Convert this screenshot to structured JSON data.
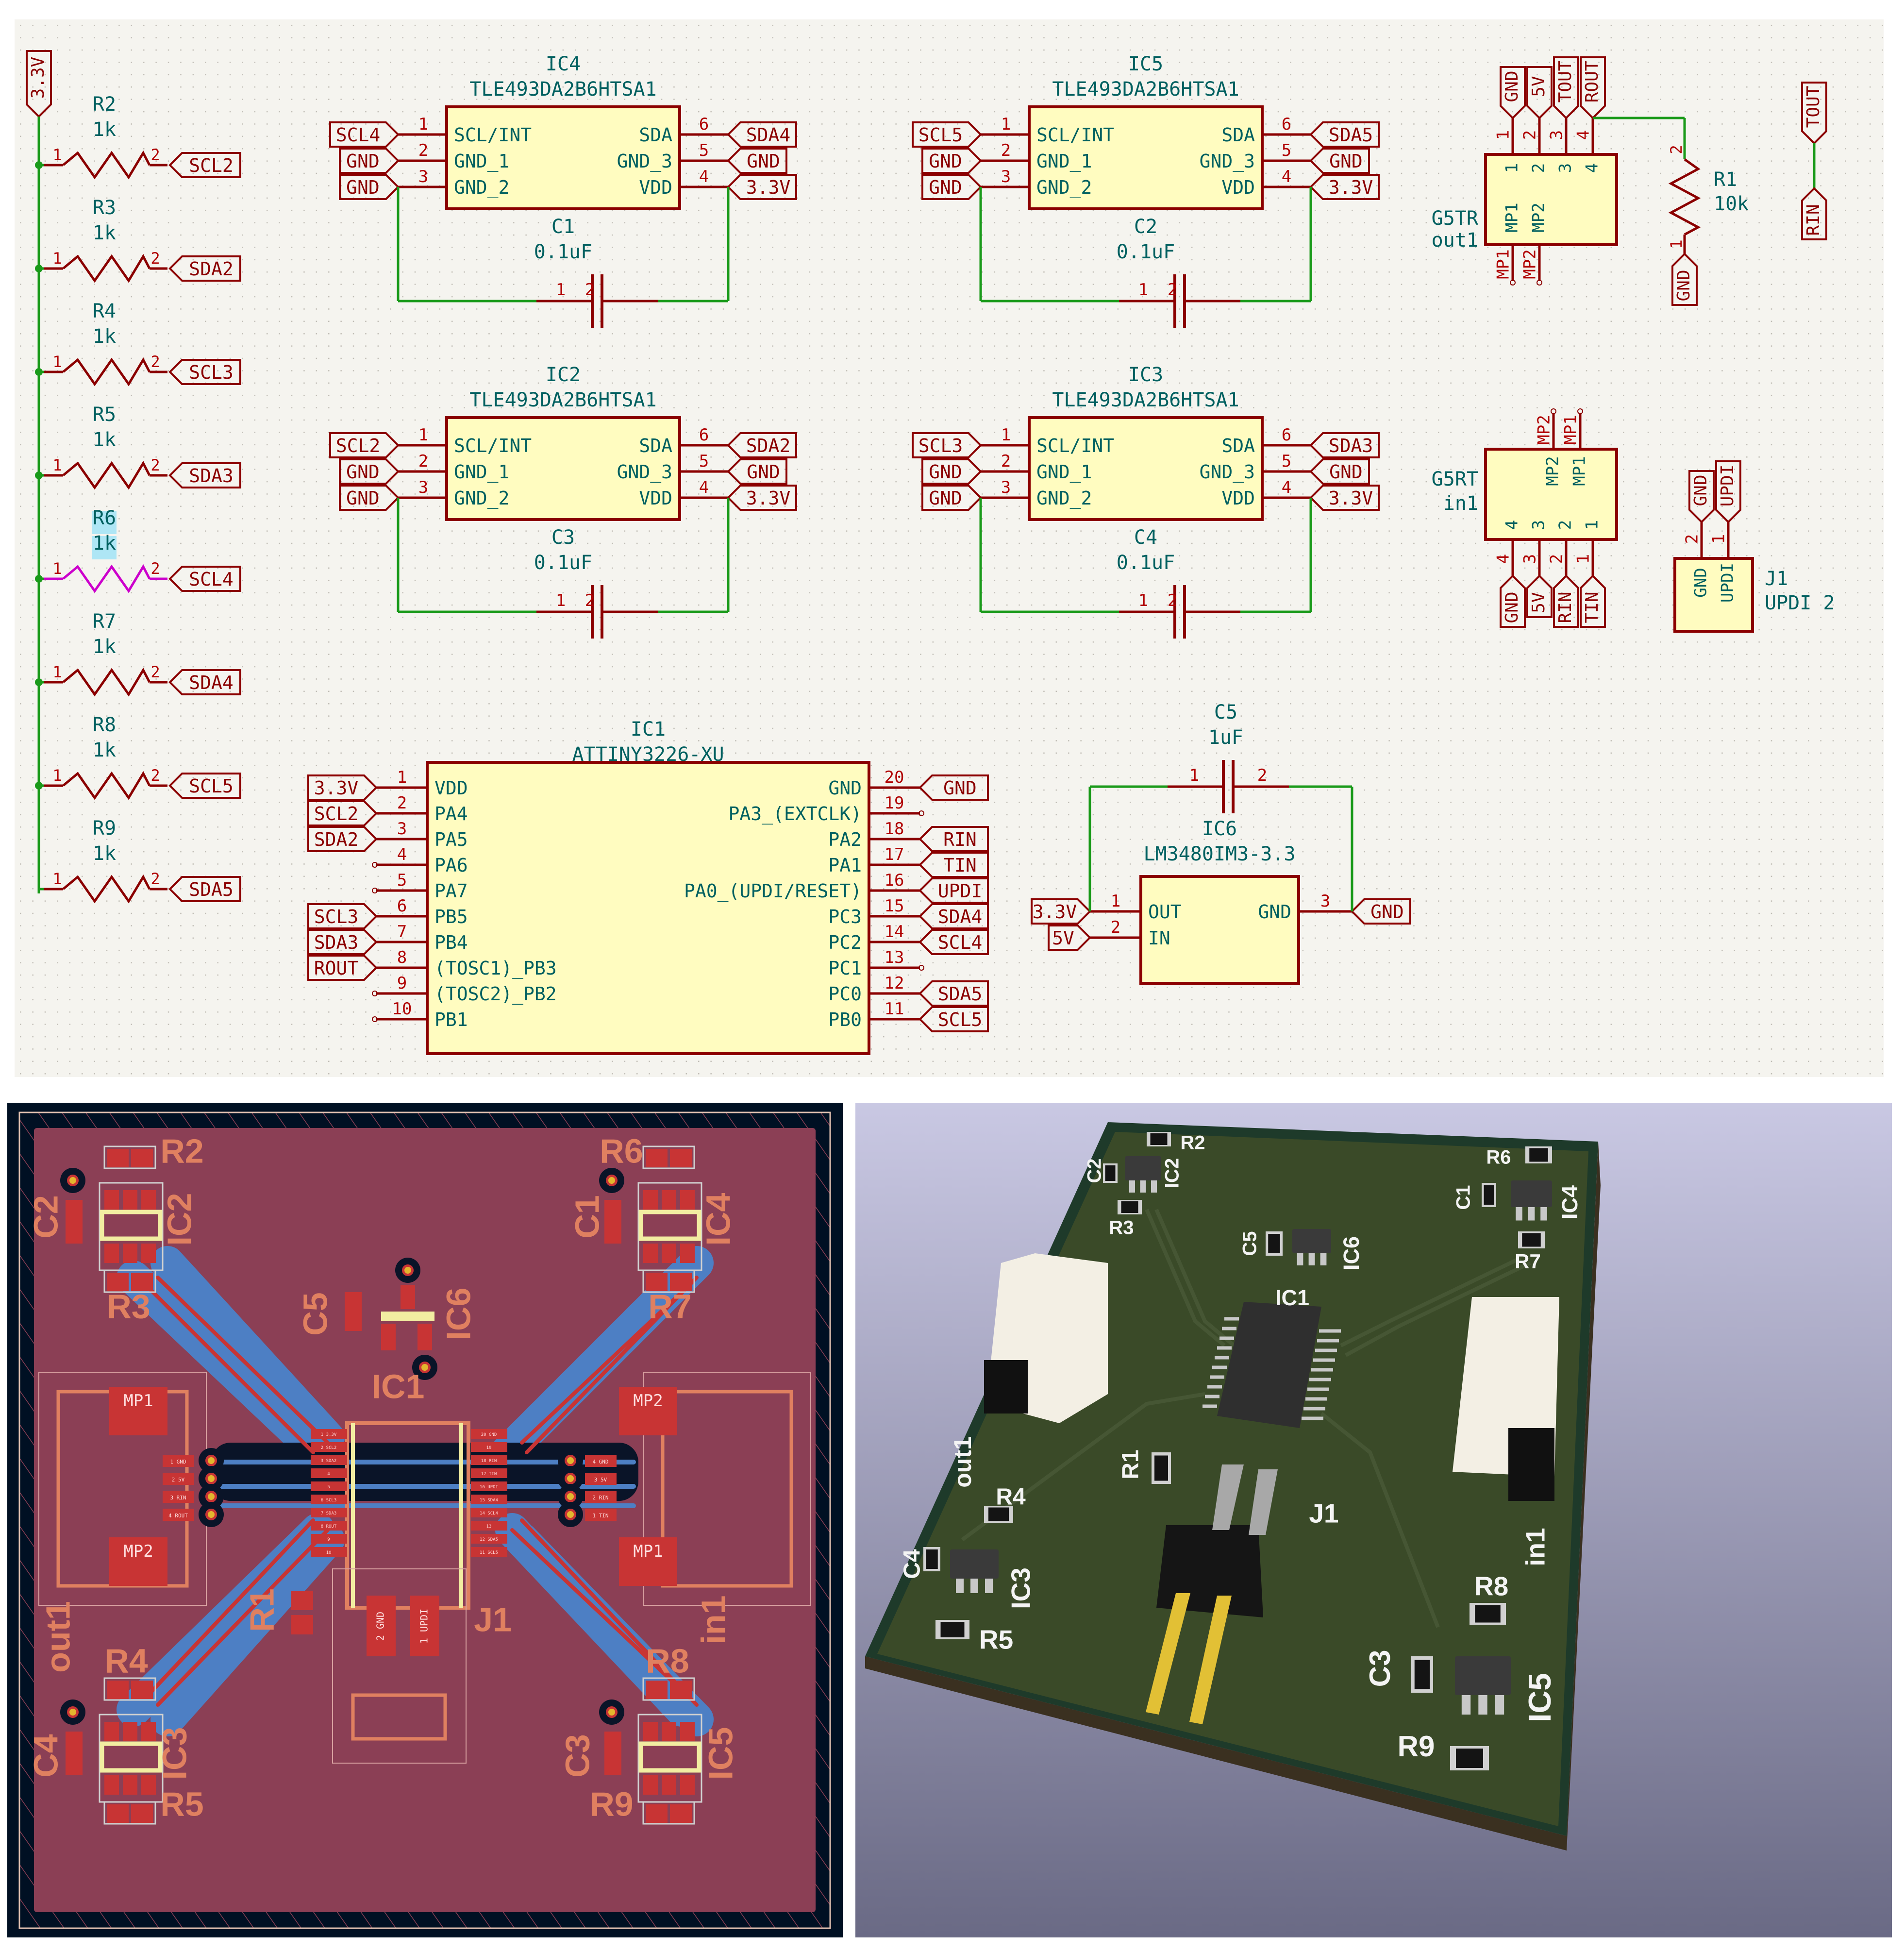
{
  "schematic": {
    "colors": {
      "background": "#f5f4ef",
      "wire": "#1a9a1a",
      "symbol": "#8b0000",
      "body_fill": "#fffcc0",
      "ref_text": "#006060",
      "pin_num": "#b00000",
      "highlight": "#cc00cc"
    },
    "power_label": "3.3V",
    "resistors": [
      {
        "ref": "R2",
        "value": "1k",
        "net": "SCL2",
        "pin1": "1",
        "pin2": "2",
        "highlighted": false
      },
      {
        "ref": "R3",
        "value": "1k",
        "net": "SDA2",
        "pin1": "1",
        "pin2": "2",
        "highlighted": false
      },
      {
        "ref": "R4",
        "value": "1k",
        "net": "SCL3",
        "pin1": "1",
        "pin2": "2",
        "highlighted": false
      },
      {
        "ref": "R5",
        "value": "1k",
        "net": "SDA3",
        "pin1": "1",
        "pin2": "2",
        "highlighted": false
      },
      {
        "ref": "R6",
        "value": "1k",
        "net": "SCL4",
        "pin1": "1",
        "pin2": "2",
        "highlighted": true
      },
      {
        "ref": "R7",
        "value": "1k",
        "net": "SDA4",
        "pin1": "1",
        "pin2": "2",
        "highlighted": false
      },
      {
        "ref": "R8",
        "value": "1k",
        "net": "SCL5",
        "pin1": "1",
        "pin2": "2",
        "highlighted": false
      },
      {
        "ref": "R9",
        "value": "1k",
        "net": "SDA5",
        "pin1": "1",
        "pin2": "2",
        "highlighted": false
      }
    ],
    "sensors": [
      {
        "ref": "IC4",
        "part": "TLE493DA2B6HTSA1",
        "left_pins": [
          {
            "num": "1",
            "name": "SCL/INT",
            "net": "SCL4"
          },
          {
            "num": "2",
            "name": "GND_1",
            "net": "GND"
          },
          {
            "num": "3",
            "name": "GND_2",
            "net": "GND"
          }
        ],
        "right_pins": [
          {
            "num": "6",
            "name": "SDA",
            "net": "SDA4"
          },
          {
            "num": "5",
            "name": "GND_3",
            "net": "GND"
          },
          {
            "num": "4",
            "name": "VDD",
            "net": "3.3V"
          }
        ],
        "cap": {
          "ref": "C1",
          "value": "0.1uF",
          "pin1": "1",
          "pin2": "2"
        }
      },
      {
        "ref": "IC5",
        "part": "TLE493DA2B6HTSA1",
        "left_pins": [
          {
            "num": "1",
            "name": "SCL/INT",
            "net": "SCL5"
          },
          {
            "num": "2",
            "name": "GND_1",
            "net": "GND"
          },
          {
            "num": "3",
            "name": "GND_2",
            "net": "GND"
          }
        ],
        "right_pins": [
          {
            "num": "6",
            "name": "SDA",
            "net": "SDA5"
          },
          {
            "num": "5",
            "name": "GND_3",
            "net": "GND"
          },
          {
            "num": "4",
            "name": "VDD",
            "net": "3.3V"
          }
        ],
        "cap": {
          "ref": "C2",
          "value": "0.1uF",
          "pin1": "1",
          "pin2": "2"
        }
      },
      {
        "ref": "IC2",
        "part": "TLE493DA2B6HTSA1",
        "left_pins": [
          {
            "num": "1",
            "name": "SCL/INT",
            "net": "SCL2"
          },
          {
            "num": "2",
            "name": "GND_1",
            "net": "GND"
          },
          {
            "num": "3",
            "name": "GND_2",
            "net": "GND"
          }
        ],
        "right_pins": [
          {
            "num": "6",
            "name": "SDA",
            "net": "SDA2"
          },
          {
            "num": "5",
            "name": "GND_3",
            "net": "GND"
          },
          {
            "num": "4",
            "name": "VDD",
            "net": "3.3V"
          }
        ],
        "cap": {
          "ref": "C3",
          "value": "0.1uF",
          "pin1": "1",
          "pin2": "2"
        }
      },
      {
        "ref": "IC3",
        "part": "TLE493DA2B6HTSA1",
        "left_pins": [
          {
            "num": "1",
            "name": "SCL/INT",
            "net": "SCL3"
          },
          {
            "num": "2",
            "name": "GND_1",
            "net": "GND"
          },
          {
            "num": "3",
            "name": "GND_2",
            "net": "GND"
          }
        ],
        "right_pins": [
          {
            "num": "6",
            "name": "SDA",
            "net": "SDA3"
          },
          {
            "num": "5",
            "name": "GND_3",
            "net": "GND"
          },
          {
            "num": "4",
            "name": "VDD",
            "net": "3.3V"
          }
        ],
        "cap": {
          "ref": "C4",
          "value": "0.1uF",
          "pin1": "1",
          "pin2": "2"
        }
      }
    ],
    "mcu": {
      "ref": "IC1",
      "part": "ATTINY3226-XU",
      "left_pins": [
        {
          "num": "1",
          "name": "VDD",
          "net": "3.3V"
        },
        {
          "num": "2",
          "name": "PA4",
          "net": "SCL2"
        },
        {
          "num": "3",
          "name": "PA5",
          "net": "SDA2"
        },
        {
          "num": "4",
          "name": "PA6",
          "net": ""
        },
        {
          "num": "5",
          "name": "PA7",
          "net": ""
        },
        {
          "num": "6",
          "name": "PB5",
          "net": "SCL3"
        },
        {
          "num": "7",
          "name": "PB4",
          "net": "SDA3"
        },
        {
          "num": "8",
          "name": "(TOSC1)_PB3",
          "net": "ROUT"
        },
        {
          "num": "9",
          "name": "(TOSC2)_PB2",
          "net": ""
        },
        {
          "num": "10",
          "name": "PB1",
          "net": ""
        }
      ],
      "right_pins": [
        {
          "num": "20",
          "name": "GND",
          "net": "GND"
        },
        {
          "num": "19",
          "name": "PA3_(EXTCLK)",
          "net": ""
        },
        {
          "num": "18",
          "name": "PA2",
          "net": "RIN"
        },
        {
          "num": "17",
          "name": "PA1",
          "net": "TIN"
        },
        {
          "num": "16",
          "name": "PA0_(UPDI/RESET)",
          "net": "UPDI"
        },
        {
          "num": "15",
          "name": "PC3",
          "net": "SDA4"
        },
        {
          "num": "14",
          "name": "PC2",
          "net": "SCL4"
        },
        {
          "num": "13",
          "name": "PC1",
          "net": ""
        },
        {
          "num": "12",
          "name": "PC0",
          "net": "SDA5"
        },
        {
          "num": "11",
          "name": "PB0",
          "net": "SCL5"
        }
      ]
    },
    "regulator": {
      "ref": "IC6",
      "part": "LM3480IM3-3.3",
      "left_pins": [
        {
          "num": "1",
          "name": "OUT",
          "net": "3.3V"
        },
        {
          "num": "2",
          "name": "IN",
          "net": "5V"
        }
      ],
      "right_pins": [
        {
          "num": "3",
          "name": "GND",
          "net": "GND"
        }
      ],
      "cap": {
        "ref": "C5",
        "value": "1uF",
        "pin1": "1",
        "pin2": "2"
      }
    },
    "connector_out": {
      "ref": "G5TR",
      "value": "out1",
      "pins": [
        {
          "num": "1",
          "net": "GND"
        },
        {
          "num": "2",
          "net": "5V"
        },
        {
          "num": "3",
          "net": "TOUT"
        },
        {
          "num": "4",
          "net": "ROUT"
        }
      ],
      "mp_pins": [
        "MP1",
        "MP2"
      ]
    },
    "connector_in": {
      "ref": "G5RT",
      "value": "in1",
      "pins": [
        {
          "num": "4",
          "net": "GND"
        },
        {
          "num": "3",
          "net": "5V"
        },
        {
          "num": "2",
          "net": "RIN"
        },
        {
          "num": "1",
          "net": "TIN"
        }
      ],
      "mp_pins": [
        "MP2",
        "MP1"
      ]
    },
    "pullup": {
      "ref": "R1",
      "value": "10k",
      "pin1": "1",
      "pin2": "2",
      "net": "GND"
    },
    "loopback": {
      "top": "TOUT",
      "bottom": "RIN"
    },
    "updi_header": {
      "ref": "J1",
      "value": "UPDI 2",
      "pins": [
        {
          "num": "2",
          "name": "GND",
          "net": "GND"
        },
        {
          "num": "1",
          "name": "UPDI",
          "net": "UPDI"
        }
      ]
    }
  },
  "pcb": {
    "colors": {
      "background": "#001023",
      "fcu": "#c83434",
      "bcu": "#4d7fc4",
      "board": "#8b3f55",
      "silk": "#f2eda1",
      "fab": "#e08060",
      "via": "#e3b72e"
    },
    "labels": [
      "R2",
      "R3",
      "R4",
      "R5",
      "R6",
      "R7",
      "R8",
      "R9",
      "C1",
      "C2",
      "C3",
      "C4",
      "C5",
      "IC1",
      "IC2",
      "IC3",
      "IC4",
      "IC5",
      "IC6",
      "R1",
      "J1",
      "out1",
      "in1"
    ],
    "mcu_pads_left": [
      {
        "num": "1",
        "net": "3.3V"
      },
      {
        "num": "2",
        "net": "SCL2"
      },
      {
        "num": "3",
        "net": "SDA2"
      },
      {
        "num": "4",
        "net": ""
      },
      {
        "num": "5",
        "net": ""
      },
      {
        "num": "6",
        "net": "SCL3"
      },
      {
        "num": "7",
        "net": "SDA3"
      },
      {
        "num": "8",
        "net": "ROUT"
      },
      {
        "num": "9",
        "net": ""
      },
      {
        "num": "10",
        "net": ""
      }
    ],
    "mcu_pads_right": [
      {
        "num": "20",
        "net": "GND"
      },
      {
        "num": "19",
        "net": ""
      },
      {
        "num": "18",
        "net": "RIN"
      },
      {
        "num": "17",
        "net": "TIN"
      },
      {
        "num": "16",
        "net": "UPDI"
      },
      {
        "num": "15",
        "net": "SDA4"
      },
      {
        "num": "14",
        "net": "SCL4"
      },
      {
        "num": "13",
        "net": ""
      },
      {
        "num": "12",
        "net": "SDA5"
      },
      {
        "num": "11",
        "net": "SCL5"
      }
    ],
    "out1_pads": [
      {
        "num": "1",
        "net": "GND"
      },
      {
        "num": "2",
        "net": "5V"
      },
      {
        "num": "3",
        "net": "RIN"
      },
      {
        "num": "4",
        "net": "ROUT"
      }
    ],
    "in1_pads": [
      {
        "num": "4",
        "net": "GND"
      },
      {
        "num": "3",
        "net": "5V"
      },
      {
        "num": "2",
        "net": "RIN"
      },
      {
        "num": "1",
        "net": "TIN"
      }
    ],
    "mp_labels": {
      "out1_top": "MP1",
      "out1_bottom": "MP2",
      "in1_top": "MP2",
      "in1_bottom": "MP1"
    },
    "j1_pads": [
      {
        "num": "2",
        "net": "GND"
      },
      {
        "num": "1",
        "net": "UPDI"
      }
    ],
    "r1_pads": [
      {
        "num": "2",
        "net": "ROUT"
      },
      {
        "num": "1",
        "net": "GND"
      }
    ]
  },
  "view3d": {
    "colors": {
      "sky_top": "#c9c8e3",
      "sky_bottom": "#6a6a85",
      "board": "#3a4a28",
      "edge": "#1e3a2a",
      "silk": "#f4f4f4"
    },
    "labels": [
      "R2",
      "C2",
      "IC2",
      "R3",
      "C5",
      "IC6",
      "R6",
      "C1",
      "IC4",
      "R7",
      "IC1",
      "out1",
      "R1",
      "J1",
      "in1",
      "R4",
      "C4",
      "IC3",
      "R5",
      "R8",
      "C3",
      "IC5",
      "R9"
    ]
  }
}
